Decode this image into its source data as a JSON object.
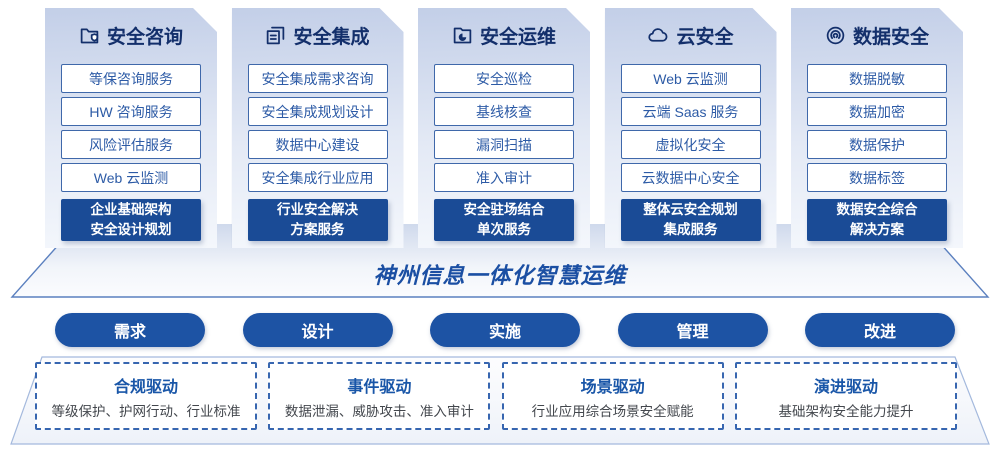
{
  "colors": {
    "brand_navy": "#132f6b",
    "brand_blue": "#1a4b96",
    "pill_blue": "#1d53a4",
    "item_border_blue": "#3f68aa",
    "item_text_blue": "#2d5ba6",
    "banner_text_blue": "#1b4fa3",
    "dashed_border_blue": "#3766b0"
  },
  "columns": [
    {
      "icon": "folder-shield-icon",
      "title": "安全咨询",
      "items": [
        "等保咨询服务",
        "HW 咨询服务",
        "风险评估服务",
        "Web 云监测"
      ],
      "highlight": "企业基础架构\n安全设计规划"
    },
    {
      "icon": "documents-icon",
      "title": "安全集成",
      "items": [
        "安全集成需求咨询",
        "安全集成规划设计",
        "数据中心建设",
        "安全集成行业应用"
      ],
      "highlight": "行业安全解决\n方案服务"
    },
    {
      "icon": "pie-folder-icon",
      "title": "安全运维",
      "items": [
        "安全巡检",
        "基线核查",
        "漏洞扫描",
        "准入审计"
      ],
      "highlight": "安全驻场结合\n单次服务"
    },
    {
      "icon": "cloud-icon",
      "title": "云安全",
      "items": [
        "Web 云监测",
        "云端 Saas 服务",
        "虚拟化安全",
        "云数据中心安全"
      ],
      "highlight": "整体云安全规划\n集成服务"
    },
    {
      "icon": "fingerprint-icon",
      "title": "数据安全",
      "items": [
        "数据脱敏",
        "数据加密",
        "数据保护",
        "数据标签"
      ],
      "highlight": "数据安全综合\n解决方案"
    }
  ],
  "banner": {
    "title": "神州信息一体化智慧运维"
  },
  "process_pills": [
    "需求",
    "设计",
    "实施",
    "管理",
    "改进"
  ],
  "drivers": [
    {
      "title": "合规驱动",
      "subtitle": "等级保护、护网行动、行业标准"
    },
    {
      "title": "事件驱动",
      "subtitle": "数据泄漏、威胁攻击、准入审计"
    },
    {
      "title": "场景驱动",
      "subtitle": "行业应用综合场景安全赋能"
    },
    {
      "title": "演进驱动",
      "subtitle": "基础架构安全能力提升"
    }
  ]
}
